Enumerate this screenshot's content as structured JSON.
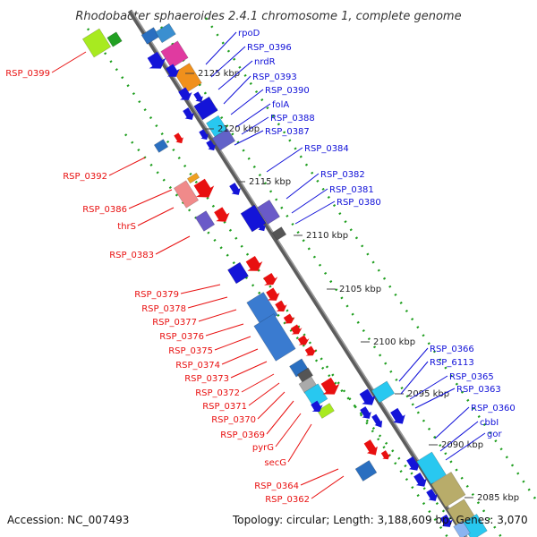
{
  "title": "Rhodobacter sphaeroides 2.4.1 chromosome 1, complete genome",
  "footer": {
    "accession": "Accession: NC_007493",
    "topology": "Topology: circular; Length: 3,188,609 bp; Genes: 3,070"
  },
  "colors": {
    "forward": "#e81010",
    "reverse": "#1010d8",
    "backbone": "#7a7a7a",
    "scale": "#1e9e1e"
  },
  "kbp_markers": [
    "2125 kbp",
    "2120 kbp",
    "2115 kbp",
    "2110 kbp",
    "2105 kbp",
    "2100 kbp",
    "2095 kbp",
    "2090 kbp",
    "2085 kbp"
  ],
  "reverse_genes": [
    "rpoD",
    "RSP_0396",
    "nrdR",
    "RSP_0393",
    "RSP_0390",
    "folA",
    "RSP_0388",
    "RSP_0387",
    "RSP_0384",
    "RSP_0382",
    "RSP_0381",
    "RSP_0380",
    "RSP_0366",
    "RSP_6113",
    "RSP_0365",
    "RSP_0363",
    "RSP_0360",
    "cbbI",
    "gor"
  ],
  "forward_genes": [
    "RSP_0399",
    "RSP_0392",
    "RSP_0386",
    "thrS",
    "RSP_0383",
    "RSP_0379",
    "RSP_0378",
    "RSP_0377",
    "RSP_0376",
    "RSP_0375",
    "RSP_0374",
    "RSP_0373",
    "RSP_0372",
    "RSP_0371",
    "RSP_0370",
    "RSP_0369",
    "pyrG",
    "secG",
    "RSP_0364",
    "RSP_0362"
  ]
}
